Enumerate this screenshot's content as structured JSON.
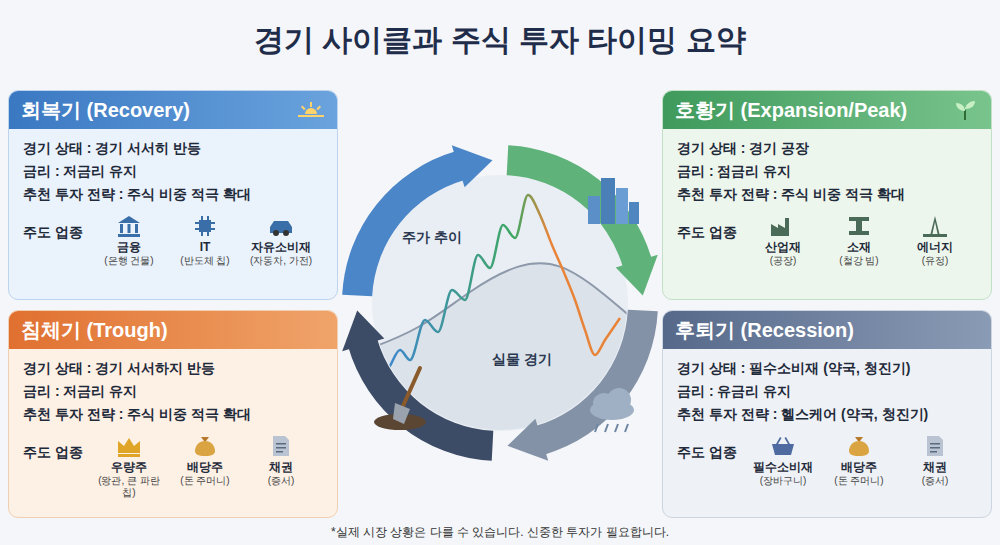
{
  "diagram": {
    "title": "경기 사이클과 주식 투자 타이밍 요약",
    "caption": "*실제 시장 상황은 다를 수 있습니다. 신중한 투자가 필요합니다.",
    "nodes": [
      {
        "text": [
          "회복기 (Recovery)",
          "경기 상태 : 경기 서서히 반등",
          "금리 : 저금리 유지",
          "추천 투자 전략 : 주식 비중 적극 확대",
          "주도 업종",
          "금융",
          "(은행 건물)",
          "IT",
          "(반도체 칩)",
          "자유소비재",
          "(자동차, 가전)"
        ]
      },
      {
        "text": [
          "호황기 (Expansion/Peak)",
          "경기 상태 : 경기 공장",
          "금리 : 점금리 유지",
          "추천 투자 전략 : 주식 비중 적극 확대",
          "주도 업종",
          "산업재",
          "(공장)",
          "소재",
          "(철강 빔)",
          "에너지",
          "(유정)"
        ]
      },
      {
        "text": [
          "침체기 (Trough)",
          "경기 상태 : 경기 서서하지 반등",
          "금리 : 저금리 유지",
          "추천 투자 전략 : 주식 비중 적극 확대",
          "주도 업종",
          "우량주",
          "(왕관, 큰 파란 칩)",
          "배당주",
          "(돈 주머니)",
          "채권",
          "(증서)"
        ]
      },
      {
        "text": [
          "후퇴기 (Recession)",
          "경기 상태 : 필수소비재 (약국, 청진기)",
          "금리 : 유금리 유지",
          "추천 투자 전략 : 헬스케어 (약국, 청진기)",
          "주도 업종",
          "필수소비재",
          "(장바구니)",
          "배당주",
          "(돈 주머니)",
          "채권",
          "(증서)"
        ]
      }
    ],
    "labels": [
      "주가 추이",
      "실물 경기"
    ]
  }
}
